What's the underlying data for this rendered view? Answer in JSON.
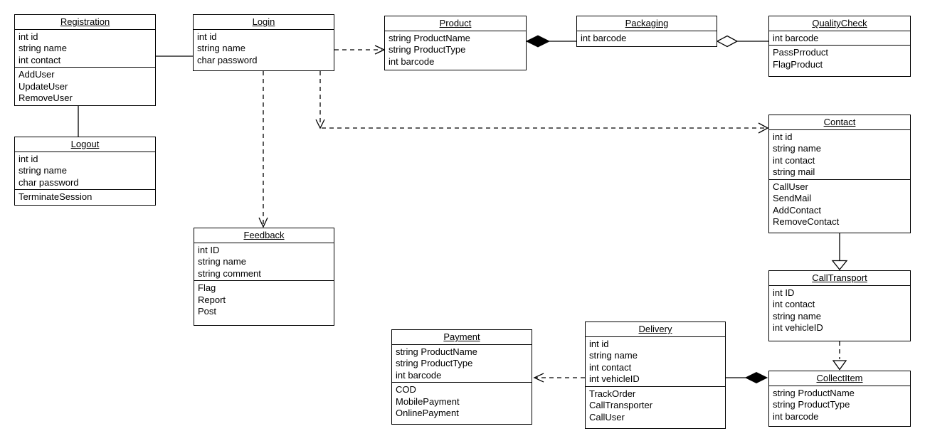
{
  "colors": {
    "stroke": "#000000",
    "box_fill": "#ffffff"
  },
  "classes": {
    "registration": {
      "name": "Registration",
      "attributes": [
        "int id",
        "string name",
        "int contact"
      ],
      "methods": [
        "AddUser",
        "UpdateUser",
        "RemoveUser"
      ]
    },
    "login": {
      "name": "Login",
      "attributes": [
        "int id",
        "string name",
        "char password"
      ],
      "methods": []
    },
    "product": {
      "name": "Product",
      "attributes": [
        "string ProductName",
        "string ProductType",
        "int barcode"
      ],
      "methods": []
    },
    "packaging": {
      "name": "Packaging",
      "attributes": [
        "int barcode"
      ],
      "methods": []
    },
    "qualitycheck": {
      "name": "QualityCheck",
      "attributes": [
        "int barcode"
      ],
      "methods": [
        "PassPrroduct",
        "FlagProduct"
      ]
    },
    "logout": {
      "name": "Logout",
      "attributes": [
        "int id",
        "string name",
        "char password"
      ],
      "methods": [
        "TerminateSession"
      ]
    },
    "contact": {
      "name": "Contact",
      "attributes": [
        "int id",
        "string name",
        "int contact",
        "string mail"
      ],
      "methods": [
        "CallUser",
        "SendMail",
        "AddContact",
        "RemoveContact"
      ]
    },
    "feedback": {
      "name": "Feedback",
      "attributes": [
        "int ID",
        "string name",
        "string comment"
      ],
      "methods": [
        "Flag",
        "Report",
        "Post"
      ]
    },
    "calltransport": {
      "name": "CallTransport",
      "attributes": [
        "int ID",
        "int contact",
        "string name",
        "int vehicleID"
      ],
      "methods": []
    },
    "payment": {
      "name": "Payment",
      "attributes": [
        "string ProductName",
        "string ProductType",
        "int barcode"
      ],
      "methods": [
        "COD",
        "MobilePayment",
        "OnlinePayment"
      ]
    },
    "delivery": {
      "name": "Delivery",
      "attributes": [
        "int id",
        "string name",
        "int contact",
        "int vehicleID"
      ],
      "methods": [
        "TrackOrder",
        "CallTransporter",
        "CallUser"
      ]
    },
    "collectitem": {
      "name": "CollectItem",
      "attributes": [
        "string ProductName",
        "string ProductType",
        "int barcode"
      ],
      "methods": []
    }
  },
  "relationships": [
    {
      "from": "Registration",
      "to": "Login",
      "type": "association"
    },
    {
      "from": "Registration",
      "to": "Logout",
      "type": "association"
    },
    {
      "from": "Login",
      "to": "Product",
      "type": "dependency"
    },
    {
      "from": "Product",
      "to": "Packaging",
      "type": "composition"
    },
    {
      "from": "Packaging",
      "to": "QualityCheck",
      "type": "aggregation"
    },
    {
      "from": "Login",
      "to": "Feedback",
      "type": "dependency"
    },
    {
      "from": "Login",
      "to": "Contact",
      "type": "dependency"
    },
    {
      "from": "Contact",
      "to": "CallTransport",
      "type": "generalization"
    },
    {
      "from": "CallTransport",
      "to": "CollectItem",
      "type": "realization"
    },
    {
      "from": "Delivery",
      "to": "Payment",
      "type": "dependency"
    },
    {
      "from": "Delivery",
      "to": "CollectItem",
      "type": "composition"
    }
  ]
}
